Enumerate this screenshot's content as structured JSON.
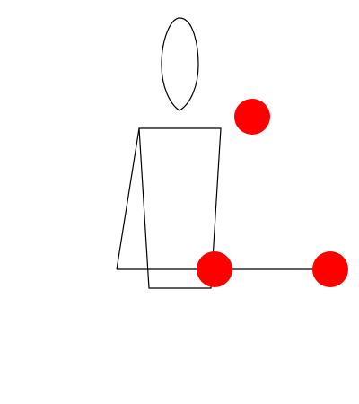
{
  "colors": {
    "background": "#ffffff",
    "stroke": "#000000",
    "marker": "#ff0000"
  },
  "shapes": {
    "head": "ellipse",
    "body": "trapezoid",
    "limb": "line",
    "markers": "circle"
  },
  "marker_count": 3
}
